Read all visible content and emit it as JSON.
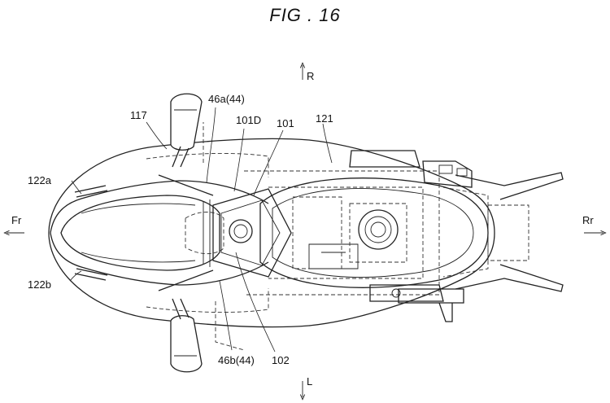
{
  "figure_title": "FIG . 16",
  "directions": {
    "up": "R",
    "down": "L",
    "left": "Fr",
    "right": "Rr"
  },
  "labels": {
    "l117": "117",
    "l46a": "46a(44)",
    "l101D": "101D",
    "l101": "101",
    "l121": "121",
    "l122a": "122a",
    "l122b": "122b",
    "l46b": "46b(44)",
    "l102": "102"
  }
}
